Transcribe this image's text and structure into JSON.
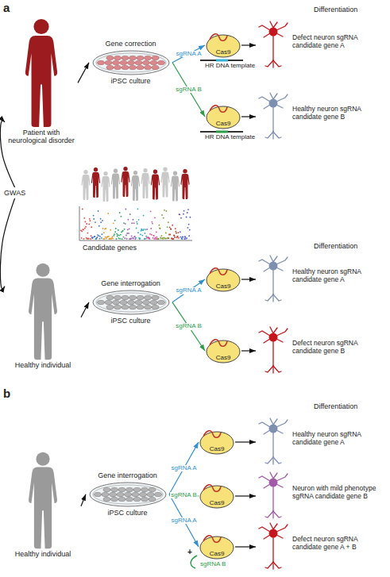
{
  "diagram": {
    "nodes": [
      {
        "text": [
          "Patient with neurological disorder"
        ]
      },
      {
        "text": [
          "Gene correction",
          "iPSC culture"
        ]
      },
      {
        "text": [
          "Cas9"
        ]
      },
      {
        "text": [
          "Defect neuron sgRNA candidate gene A"
        ]
      },
      {
        "text": [
          "Cas9"
        ]
      },
      {
        "text": [
          "Healthy neuron sgRNA candidate gene B"
        ]
      },
      {
        "text": [
          "GWAS"
        ]
      },
      {
        "text": [
          "Healthy individual"
        ]
      },
      {
        "text": [
          "Gene interrogation",
          "iPSC culture"
        ]
      },
      {
        "text": [
          "Cas9"
        ]
      },
      {
        "text": [
          "Healthy neuron sgRNA candidate gene A"
        ]
      },
      {
        "text": [
          "Cas9"
        ]
      },
      {
        "text": [
          "Defect neuron sgRNA candidate gene B"
        ]
      },
      {
        "text": [
          "Healthy individual"
        ]
      },
      {
        "text": [
          "Gene interrogation",
          "iPSC culture"
        ]
      },
      {
        "text": [
          "Cas9"
        ]
      },
      {
        "text": [
          "Healthy neuron sgRNA candidate gene A"
        ]
      },
      {
        "text": [
          "Cas9"
        ]
      },
      {
        "text": [
          "Neuron with mild phenotype sgRNA candidate gene B"
        ]
      },
      {
        "text": [
          "Cas9"
        ]
      },
      {
        "text": [
          "Defect neuron sgRNA candidate gene A + B"
        ]
      }
    ],
    "edges": [
      {
        "from": 6,
        "to": 0,
        "arrow": "to"
      },
      {
        "from": 6,
        "to": 7,
        "arrow": "to"
      },
      {
        "from": 0,
        "to": 1,
        "arrow": "to"
      },
      {
        "from": 1,
        "to": 2,
        "arrow": "to",
        "label": "sgRNA A"
      },
      {
        "from": 1,
        "to": 4,
        "arrow": "to",
        "label": "sgRNA B"
      },
      {
        "from": 2,
        "to": 3,
        "arrow": "to"
      },
      {
        "from": 4,
        "to": 5,
        "arrow": "to"
      },
      {
        "from": 7,
        "to": 8,
        "arrow": "to"
      },
      {
        "from": 8,
        "to": 9,
        "arrow": "to",
        "label": "sgRNA A"
      },
      {
        "from": 8,
        "to": 11,
        "arrow": "to",
        "label": "sgRNA B"
      },
      {
        "from": 9,
        "to": 10,
        "arrow": "to"
      },
      {
        "from": 11,
        "to": 12,
        "arrow": "to"
      },
      {
        "from": 13,
        "to": 14,
        "arrow": "to"
      },
      {
        "from": 14,
        "to": 15,
        "arrow": "to",
        "label": "sgRNA A"
      },
      {
        "from": 14,
        "to": 17,
        "arrow": "to",
        "label": "sgRNA B"
      },
      {
        "from": 14,
        "to": 19,
        "arrow": "to",
        "label": "sgRNA A"
      },
      {
        "from": 15,
        "to": 16,
        "arrow": "to"
      },
      {
        "from": 17,
        "to": 18,
        "arrow": "to"
      },
      {
        "from": 19,
        "to": 20,
        "arrow": "to"
      }
    ],
    "labels": [
      "a",
      "Differentiation",
      "HR DNA template",
      "HR DNA template",
      "Candidate genes",
      "Differentiation",
      "b",
      "Differentiation",
      "+",
      "sgRNA B"
    ]
  }
}
